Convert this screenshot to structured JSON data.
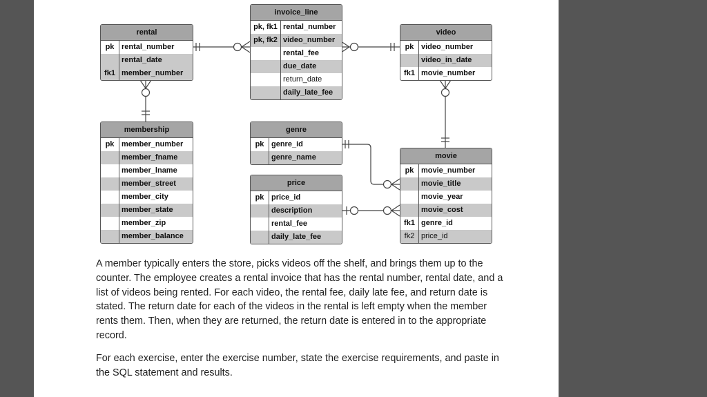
{
  "tables": {
    "rental": {
      "title": "rental",
      "rows": [
        {
          "key": "pk",
          "field": "rental_number"
        },
        {
          "key": "",
          "field": "rental_date"
        },
        {
          "key": "fk1",
          "field": "member_number"
        }
      ]
    },
    "invoice_line": {
      "title": "invoice_line",
      "rows": [
        {
          "key": "pk, fk1",
          "field": "rental_number"
        },
        {
          "key": "pk, fk2",
          "field": "video_number"
        },
        {
          "key": "",
          "field": "rental_fee"
        },
        {
          "key": "",
          "field": "due_date"
        },
        {
          "key": "",
          "field": "return_date"
        },
        {
          "key": "",
          "field": "daily_late_fee"
        }
      ]
    },
    "video": {
      "title": "video",
      "rows": [
        {
          "key": "pk",
          "field": "video_number"
        },
        {
          "key": "",
          "field": "video_in_date"
        },
        {
          "key": "fk1",
          "field": "movie_number"
        }
      ]
    },
    "membership": {
      "title": "membership",
      "rows": [
        {
          "key": "pk",
          "field": "member_number"
        },
        {
          "key": "",
          "field": "member_fname"
        },
        {
          "key": "",
          "field": "member_lname"
        },
        {
          "key": "",
          "field": "member_street"
        },
        {
          "key": "",
          "field": "member_city"
        },
        {
          "key": "",
          "field": "member_state"
        },
        {
          "key": "",
          "field": "member_zip"
        },
        {
          "key": "",
          "field": "member_balance"
        }
      ]
    },
    "genre": {
      "title": "genre",
      "rows": [
        {
          "key": "pk",
          "field": "genre_id"
        },
        {
          "key": "",
          "field": "genre_name"
        }
      ]
    },
    "price": {
      "title": "price",
      "rows": [
        {
          "key": "pk",
          "field": "price_id"
        },
        {
          "key": "",
          "field": "description"
        },
        {
          "key": "",
          "field": "rental_fee"
        },
        {
          "key": "",
          "field": "daily_late_fee"
        }
      ]
    },
    "movie": {
      "title": "movie",
      "rows": [
        {
          "key": "pk",
          "field": "movie_number"
        },
        {
          "key": "",
          "field": "movie_title"
        },
        {
          "key": "",
          "field": "movie_year"
        },
        {
          "key": "",
          "field": "movie_cost"
        },
        {
          "key": "fk1",
          "field": "genre_id"
        },
        {
          "key": "fk2",
          "field": "price_id"
        }
      ]
    }
  },
  "paragraphs": {
    "p1": "A member typically enters the store, picks videos off the shelf, and brings them up to the counter.  The employee creates a rental invoice that has the rental number, rental date, and a list of videos being rented.  For each video, the rental fee, daily late fee, and return date is stated.  The return date for each of the videos in the rental is left empty when the member rents them. Then, when they are returned, the return date is entered in to the appropriate record.",
    "p2": "For each exercise, enter the exercise number, state the exercise requirements, and paste in the SQL statement and results."
  },
  "colors": {
    "header": "#a5a5a5",
    "alt_row": "#c9c9c9",
    "border": "#555555",
    "margin": "#555555"
  }
}
